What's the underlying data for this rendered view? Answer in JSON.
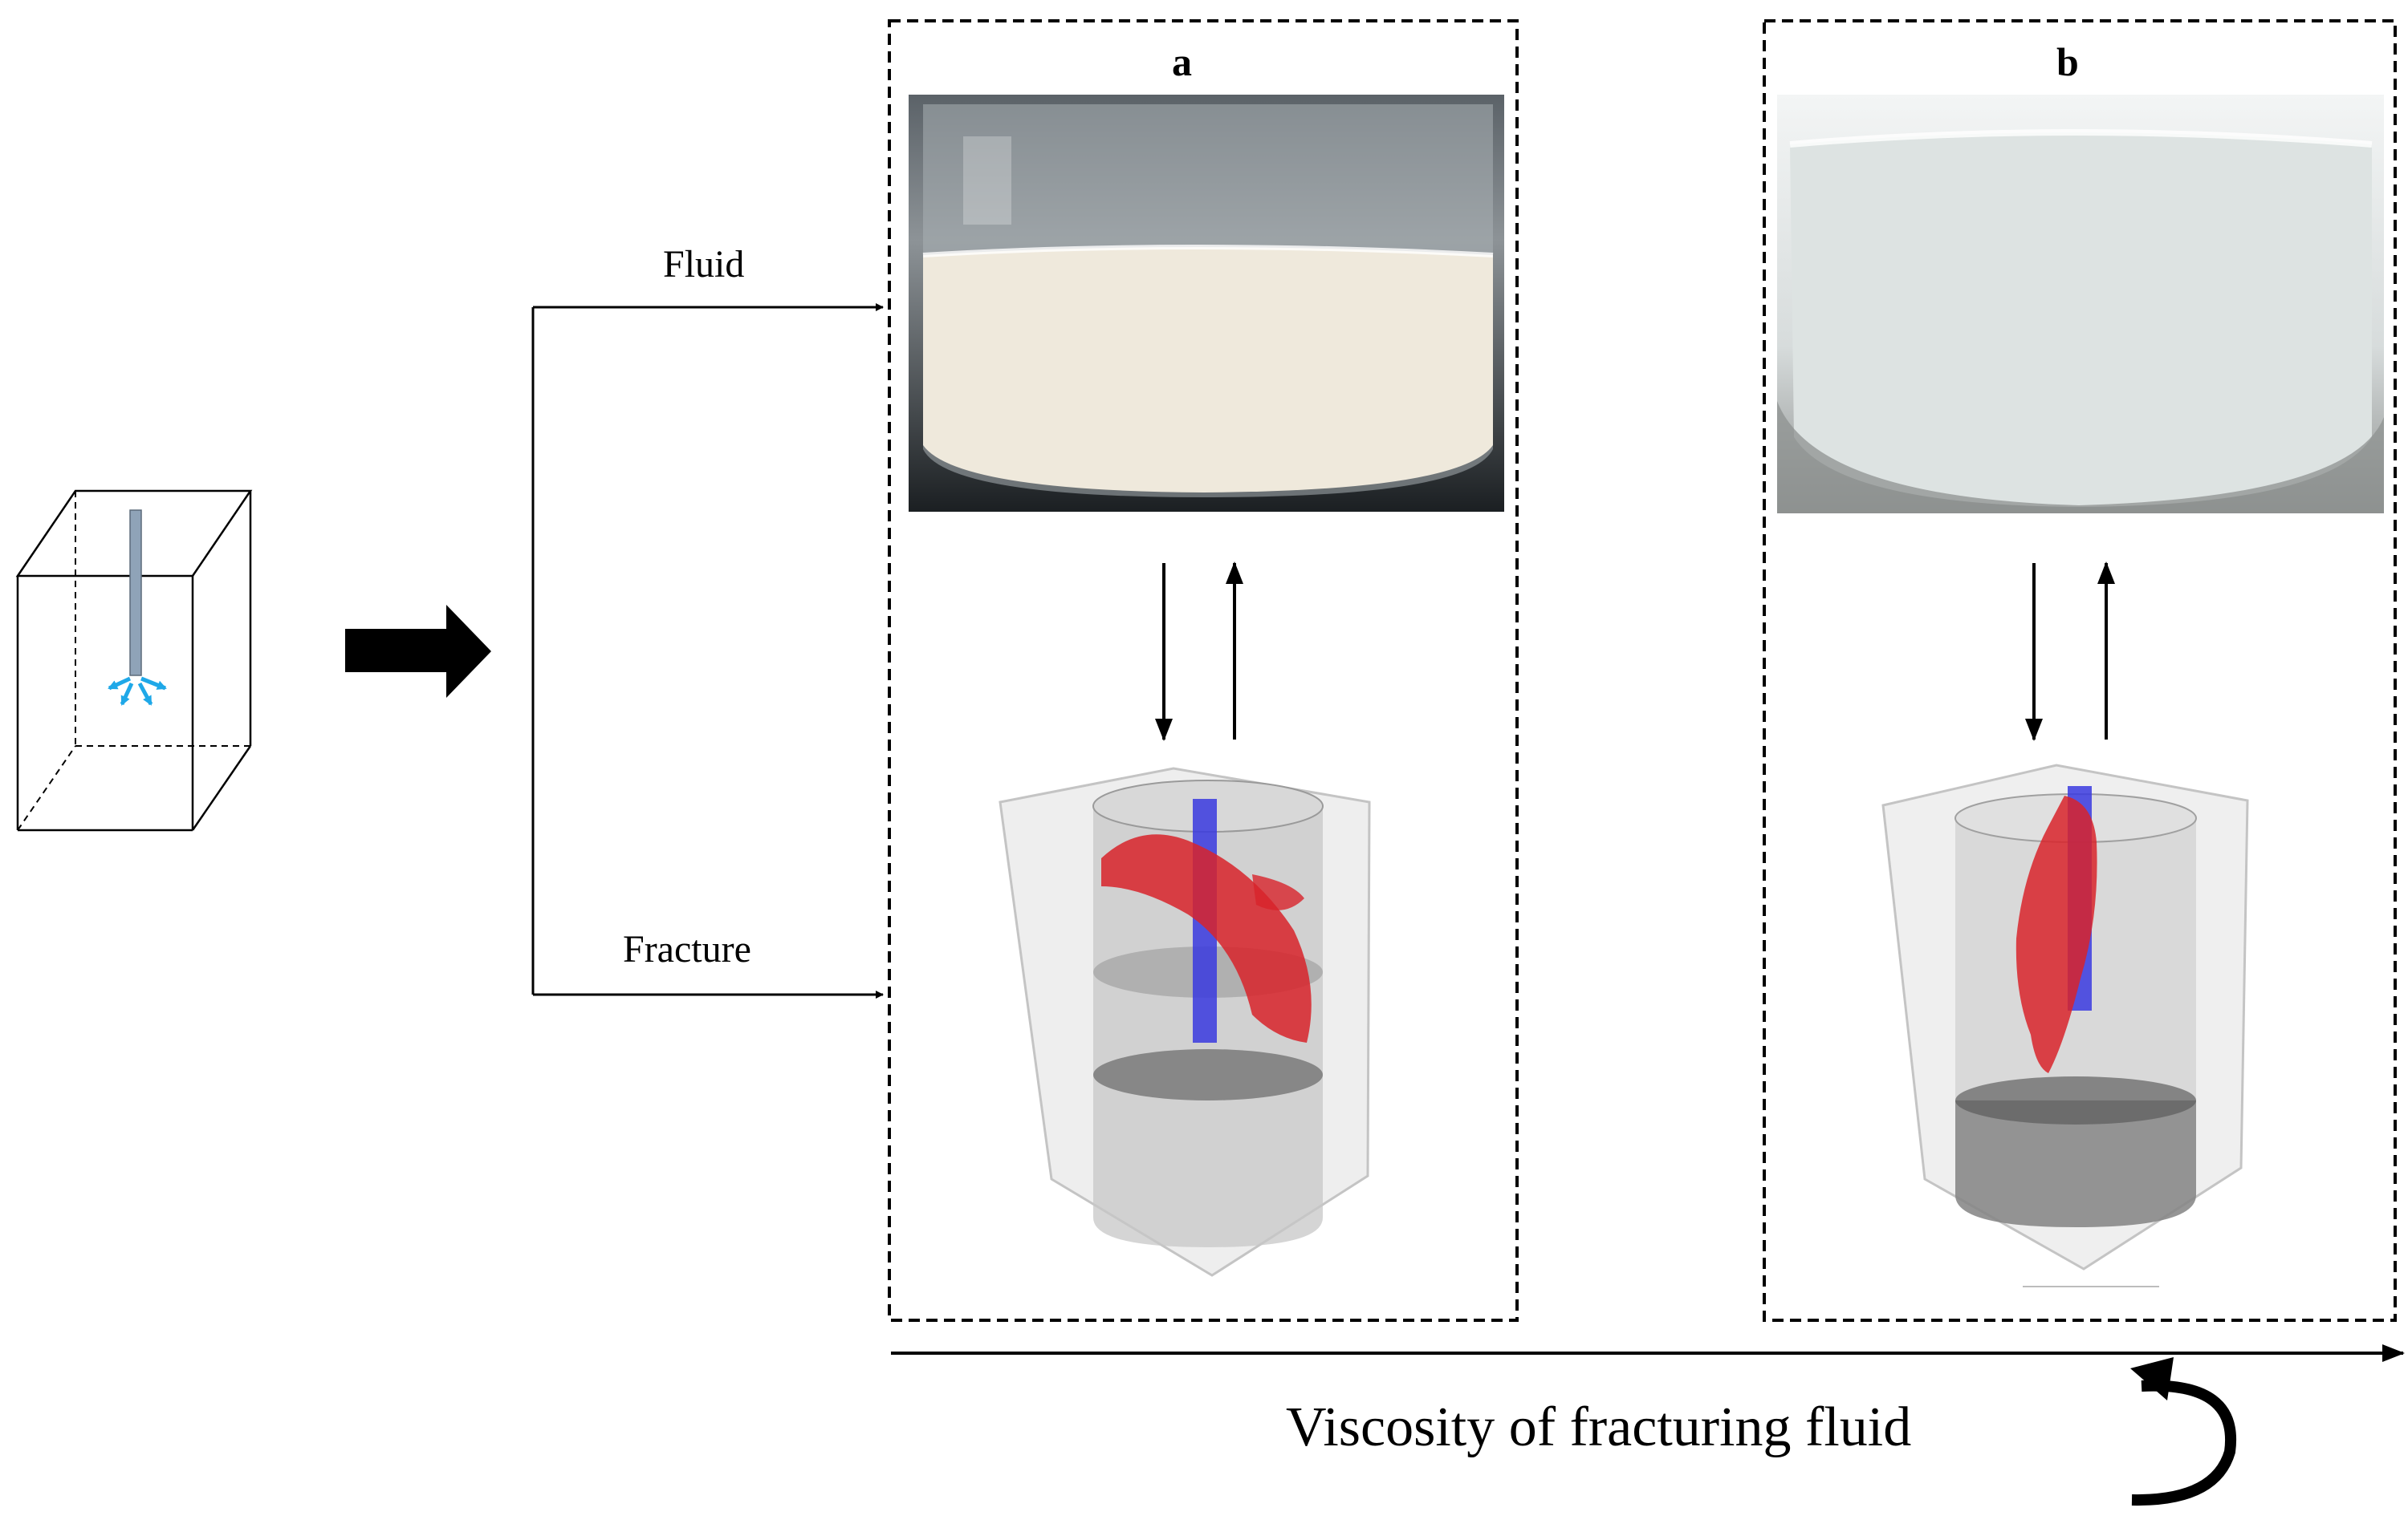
{
  "labels": {
    "panel_a": "a",
    "panel_b": "b",
    "fluid": "Fluid",
    "fracture": "Fracture",
    "axis": "Viscosity of fracturing fluid"
  },
  "colors": {
    "line": "#000000",
    "wellbore": "#8fa3b8",
    "flow_arrow": "#1fa8e8",
    "fracture": "#d8232a",
    "well_blue": "#3a3adf",
    "fluid_a": "#efe9dc",
    "fluid_b": "#dde3e2"
  },
  "icons": {
    "specimen": "cube-specimen-icon",
    "process": "right-arrow-icon",
    "cycle": "curved-arrow-icon"
  }
}
